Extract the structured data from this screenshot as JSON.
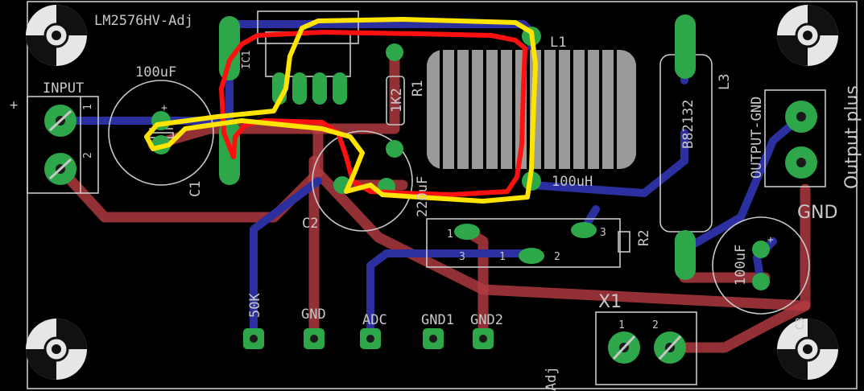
{
  "board": {
    "ic_label": "LM2576HV-Adj",
    "ic_ref": "IC1",
    "c1_value": "100uF",
    "c1_ref": "C1",
    "c2_value": "220uF",
    "c2_ref": "C2",
    "l1_ref": "L1",
    "l1_value": "100uH",
    "l3_ref": "L3",
    "l3_value": "B82132",
    "r1_ref": "R1",
    "r1_value": "1K2",
    "r2_ref": "R2",
    "c3_value": "100uF",
    "c3_ref": "C3",
    "x1_ref": "X1",
    "input_label": "INPUT",
    "output_gnd_label": "OUTPUT-GND",
    "output_plus_label": "Output plus",
    "gnd_right_label": "GND",
    "pin_labels": [
      "50K",
      "GND",
      "ADC",
      "GND1",
      "GND2"
    ],
    "pin_1": "1",
    "pin_2": "2",
    "pin_3": "3",
    "plus_sign": "+",
    "bottom_fragment": "Adj"
  },
  "colors": {
    "background": "#000000",
    "top_copper": "#b33a42",
    "bottom_copper": "#2c2f9f",
    "pads": "#2ea64a",
    "silkscreen": "#c8c8c8",
    "annotation_red": "#ff1010",
    "annotation_yellow": "#ffe400"
  }
}
